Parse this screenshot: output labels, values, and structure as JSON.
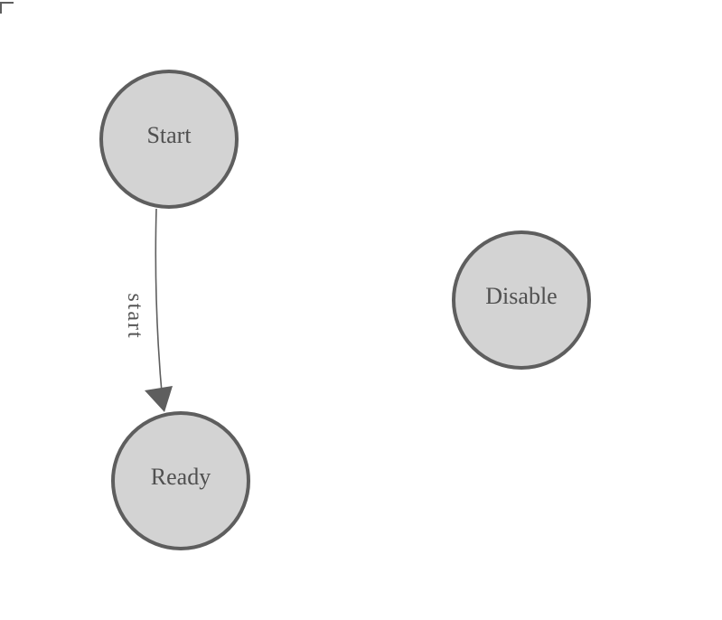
{
  "canvas": {
    "background": "#ffffff",
    "corner_mark": "top-left-L-bracket"
  },
  "colors": {
    "node_fill": "#d3d3d3",
    "node_stroke": "#5e5e5e",
    "label_text": "#505050",
    "edge": "#5e5e5e"
  },
  "nodes": [
    {
      "id": "start",
      "label": "Start"
    },
    {
      "id": "ready",
      "label": "Ready"
    },
    {
      "id": "disable",
      "label": "Disable"
    }
  ],
  "edges": [
    {
      "from": "start",
      "to": "ready",
      "label": "start"
    }
  ]
}
